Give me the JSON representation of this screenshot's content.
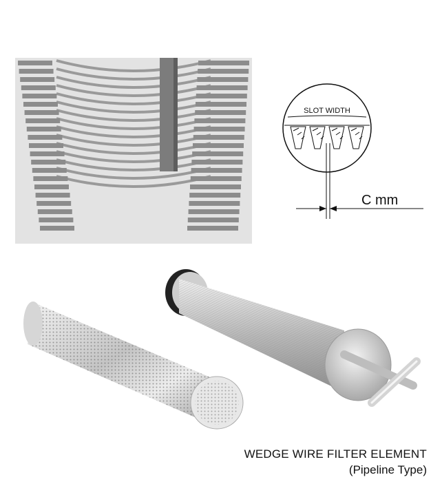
{
  "diagram": {
    "slot_label": "SLOT WIDTH",
    "dimension_label": "C mm"
  },
  "caption": {
    "title": "WEDGE WIRE FILTER ELEMENT",
    "subtitle": "(Pipeline Type)"
  },
  "colors": {
    "render_background": "#e6e6e6",
    "wire_gray": "#8a8a8a",
    "metal_light": "#d9d9d9",
    "line": "#111111"
  }
}
